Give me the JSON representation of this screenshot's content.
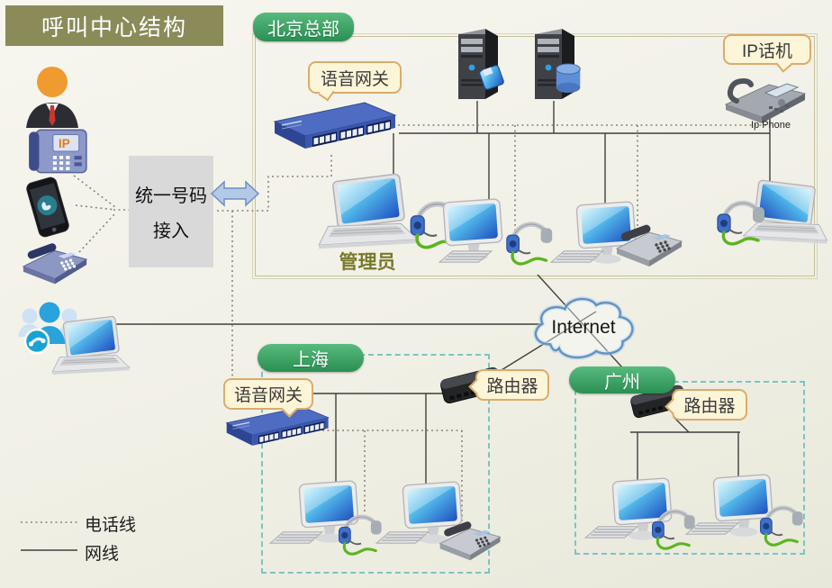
{
  "title": "呼叫中心结构",
  "unified_access": {
    "line1": "统一号码",
    "line2": "接入"
  },
  "internet": {
    "label": "Internet"
  },
  "legend": {
    "phone_line": "电话线",
    "network_line": "网线"
  },
  "regions": {
    "beijing": {
      "label": "北京总部",
      "voice_gateway": "语音网关",
      "ip_phone_callout": "IP话机",
      "ip_phone_caption": "Ip Phone",
      "admin": "管理员"
    },
    "shanghai": {
      "label": "上海",
      "voice_gateway": "语音网关",
      "router": "路由器"
    },
    "guangzhou": {
      "label": "广州",
      "router": "路由器"
    }
  },
  "badges": {
    "ip": "IP"
  },
  "icons": {
    "person-icon": "businessperson with orange head",
    "ip-phone-icon": "blue IP desk phone",
    "mobile-phone-icon": "smartphone with call screen",
    "analog-phone-icon": "desk telephone",
    "call-center-group-icon": "people group with phone badge",
    "laptop-icon": "laptop computer",
    "headset-icon": "agent headset with green cable",
    "desktop-icon": "desktop monitor with keyboard",
    "switch-icon": "rack voice-gateway switch",
    "server-icon": "server tower",
    "router-icon": "small black router",
    "cisco-ip-phone-icon": "office IP telephone",
    "internet-cloud-icon": "internet cloud"
  },
  "colors": {
    "title_bg": "#8b8b5a",
    "region_label": "#2f9a58",
    "callout_bg": "#fdf5d8",
    "callout_border": "#dcab6b",
    "unified_box_bg": "#d9d9d9",
    "beijing_border": "#c6c09a",
    "branch_border": "#7cc4c4",
    "network_line": "#3f3f3f",
    "phone_line": "#85857c",
    "admin_text": "#79792a",
    "arrow_fill": "#b3c9e8"
  }
}
